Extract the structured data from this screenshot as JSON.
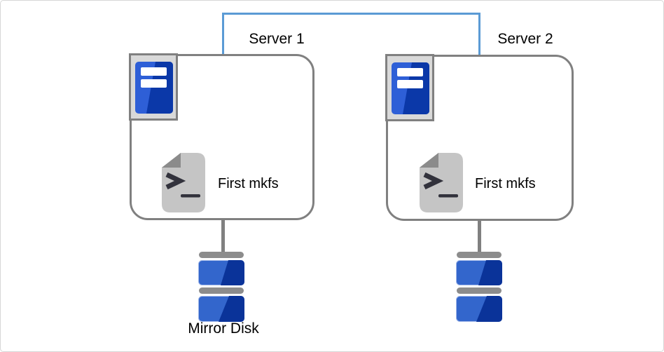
{
  "diagram": {
    "description": "Two clustered servers each running a first mkfs script against a mirrored disk",
    "servers": [
      {
        "label": "Server 1",
        "script_label": "First mkfs",
        "disk_label": "Mirror Disk",
        "icons": [
          "server-icon",
          "terminal-script-icon",
          "mirror-disk-icon"
        ]
      },
      {
        "label": "Server 2",
        "script_label": "First mkfs",
        "icons": [
          "server-icon",
          "terminal-script-icon",
          "mirror-disk-icon"
        ]
      }
    ],
    "connector": {
      "name": "server-interconnect-line",
      "color": "#5B9BD5"
    },
    "colors": {
      "outline_gray": "#808080",
      "connector_blue": "#5B9BD5",
      "server_blue_light": "#2E5FD7",
      "server_blue_dark": "#0B38A8",
      "disk_blue_light": "#3366CC",
      "disk_blue_dark": "#0A3399",
      "disk_cap_gray": "#8C8C8C",
      "file_gray": "#C5C5C5",
      "fold_gray": "#8B8B8B"
    }
  }
}
